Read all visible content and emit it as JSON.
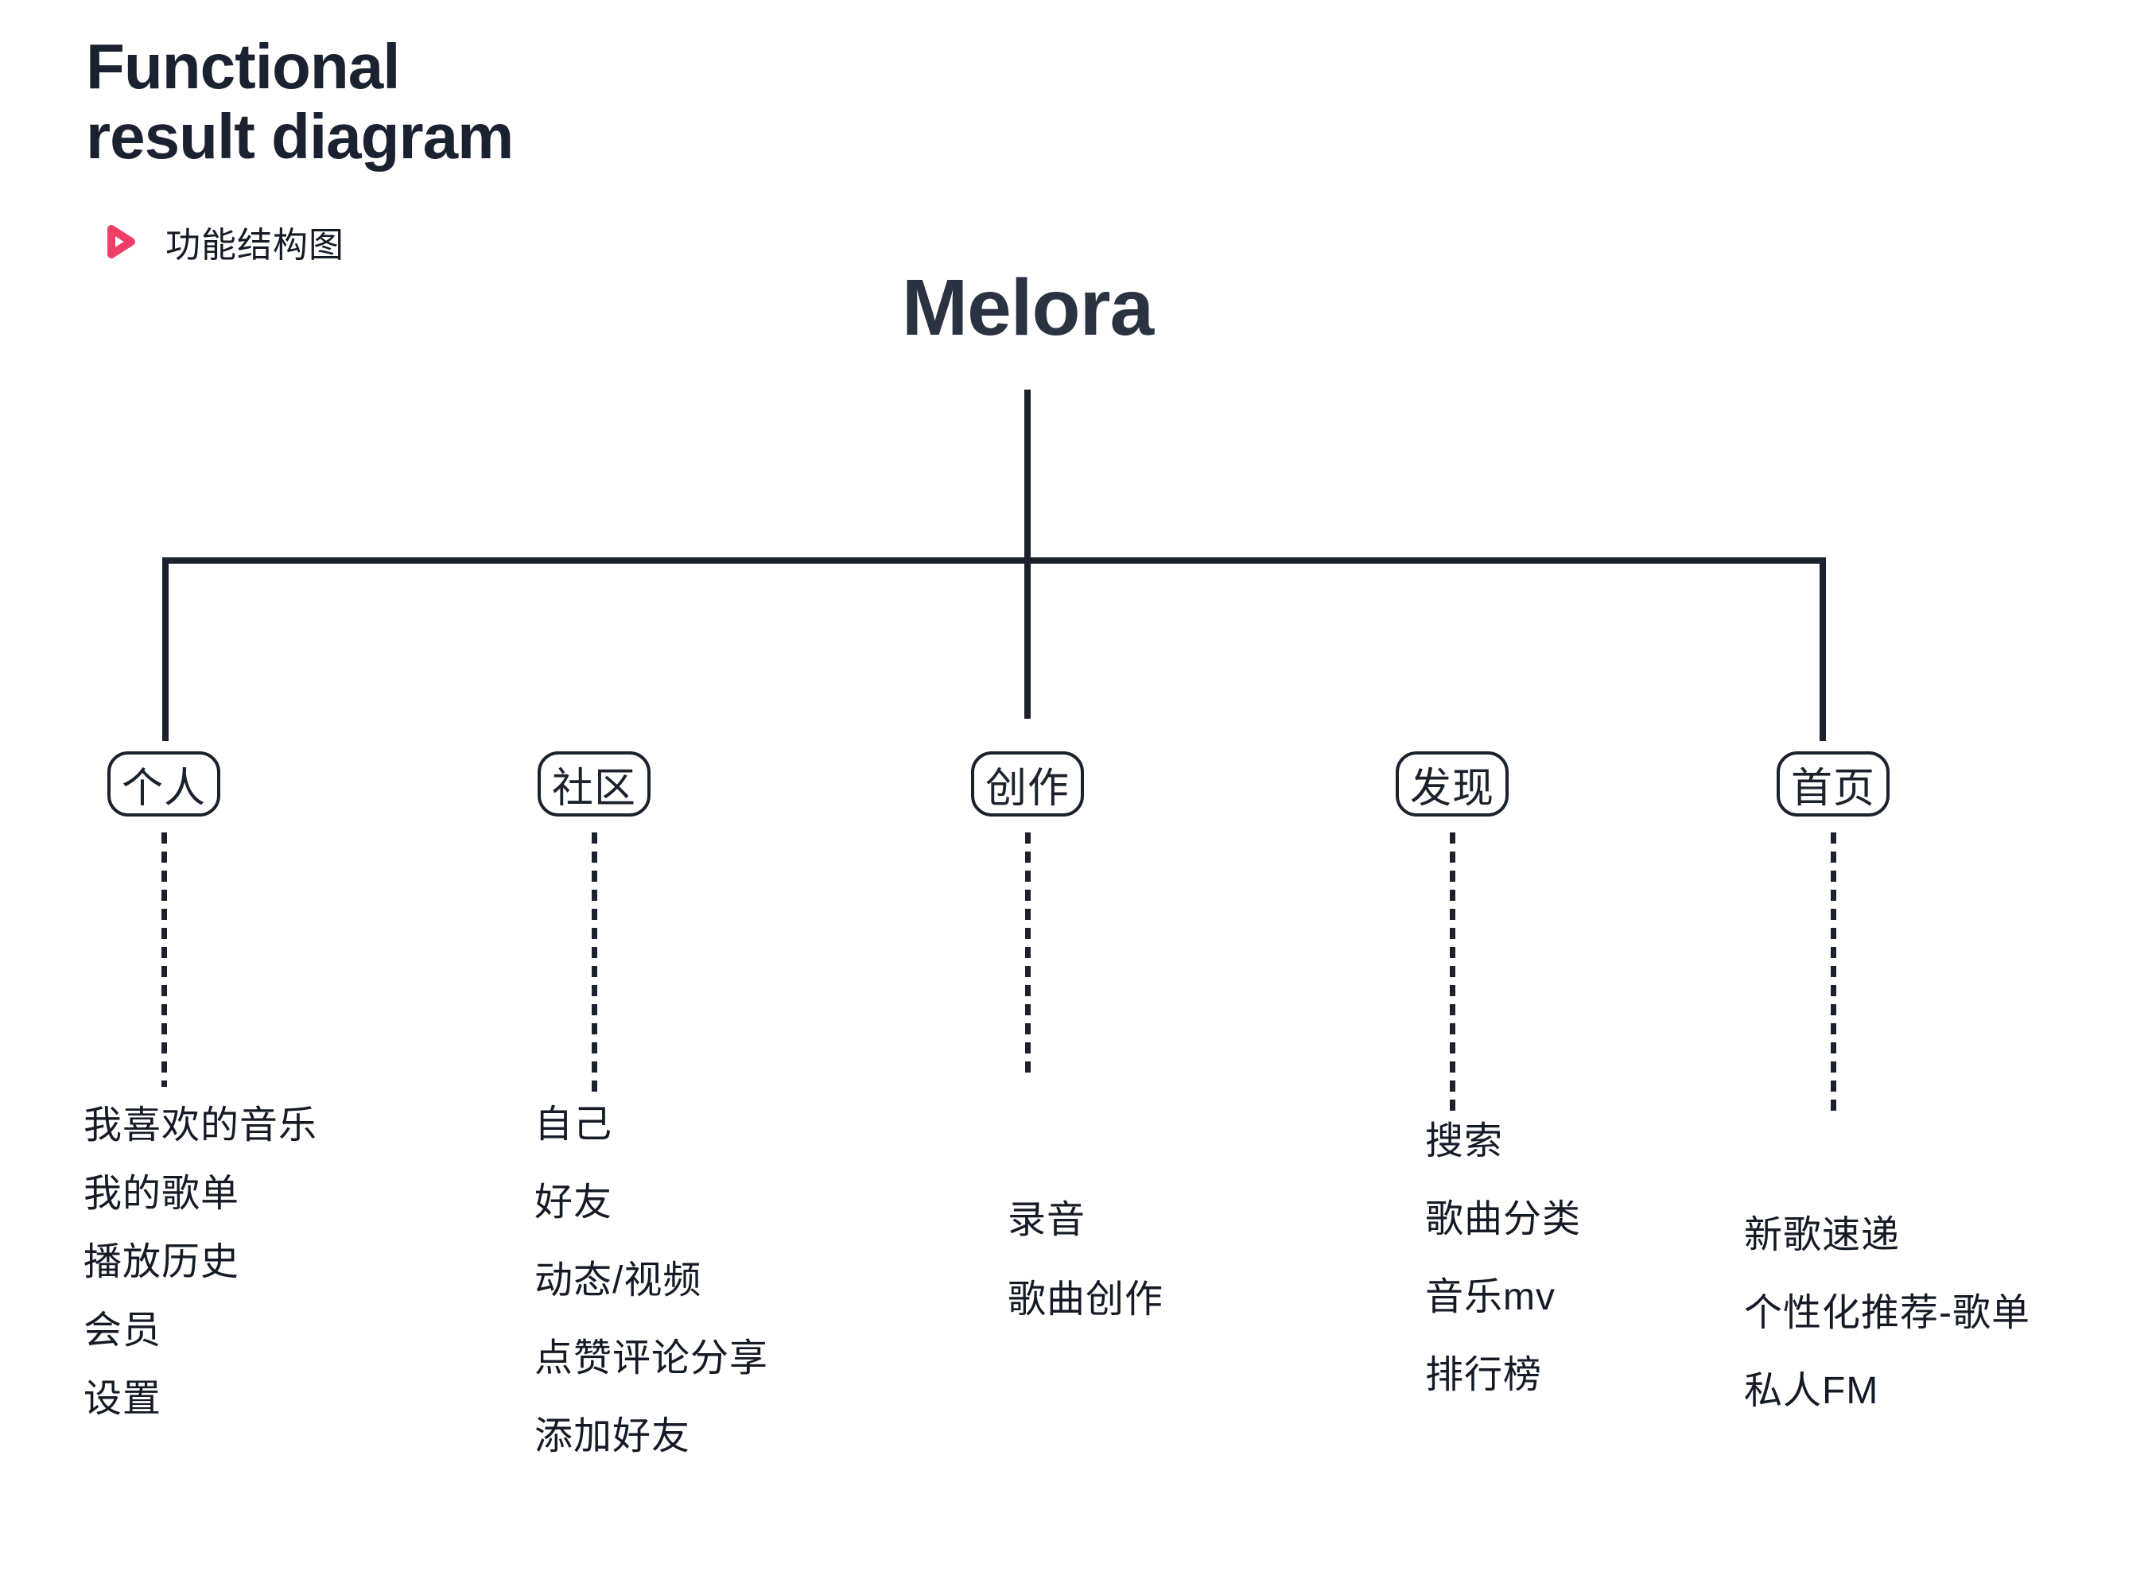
{
  "header": {
    "title_line1": "Functional",
    "title_line2": "result diagram",
    "legend_label": "功能结构图",
    "legend_icon": "play-outline-icon"
  },
  "colors": {
    "ink": "#1b222d",
    "title": "#1a2231",
    "melora": "#2a3341",
    "text": "#151b26",
    "accent_pink": "#ef3f68",
    "bg": "#ffffff"
  },
  "tree": {
    "root_label": "Melora",
    "branches": [
      {
        "label": "个人",
        "items": [
          "我喜欢的音乐",
          "我的歌单",
          "播放历史",
          "会员",
          "设置"
        ]
      },
      {
        "label": "社区",
        "items": [
          "自己",
          "好友",
          "动态/视频",
          "点赞评论分享",
          "添加好友"
        ]
      },
      {
        "label": "创作",
        "items": [
          "录音",
          "歌曲创作"
        ]
      },
      {
        "label": "发现",
        "items": [
          "搜索",
          "歌曲分类",
          "音乐mv",
          "排行榜"
        ]
      },
      {
        "label": "首页",
        "items": [
          "新歌速递",
          "个性化推荐-歌单",
          "私人FM"
        ]
      }
    ]
  }
}
